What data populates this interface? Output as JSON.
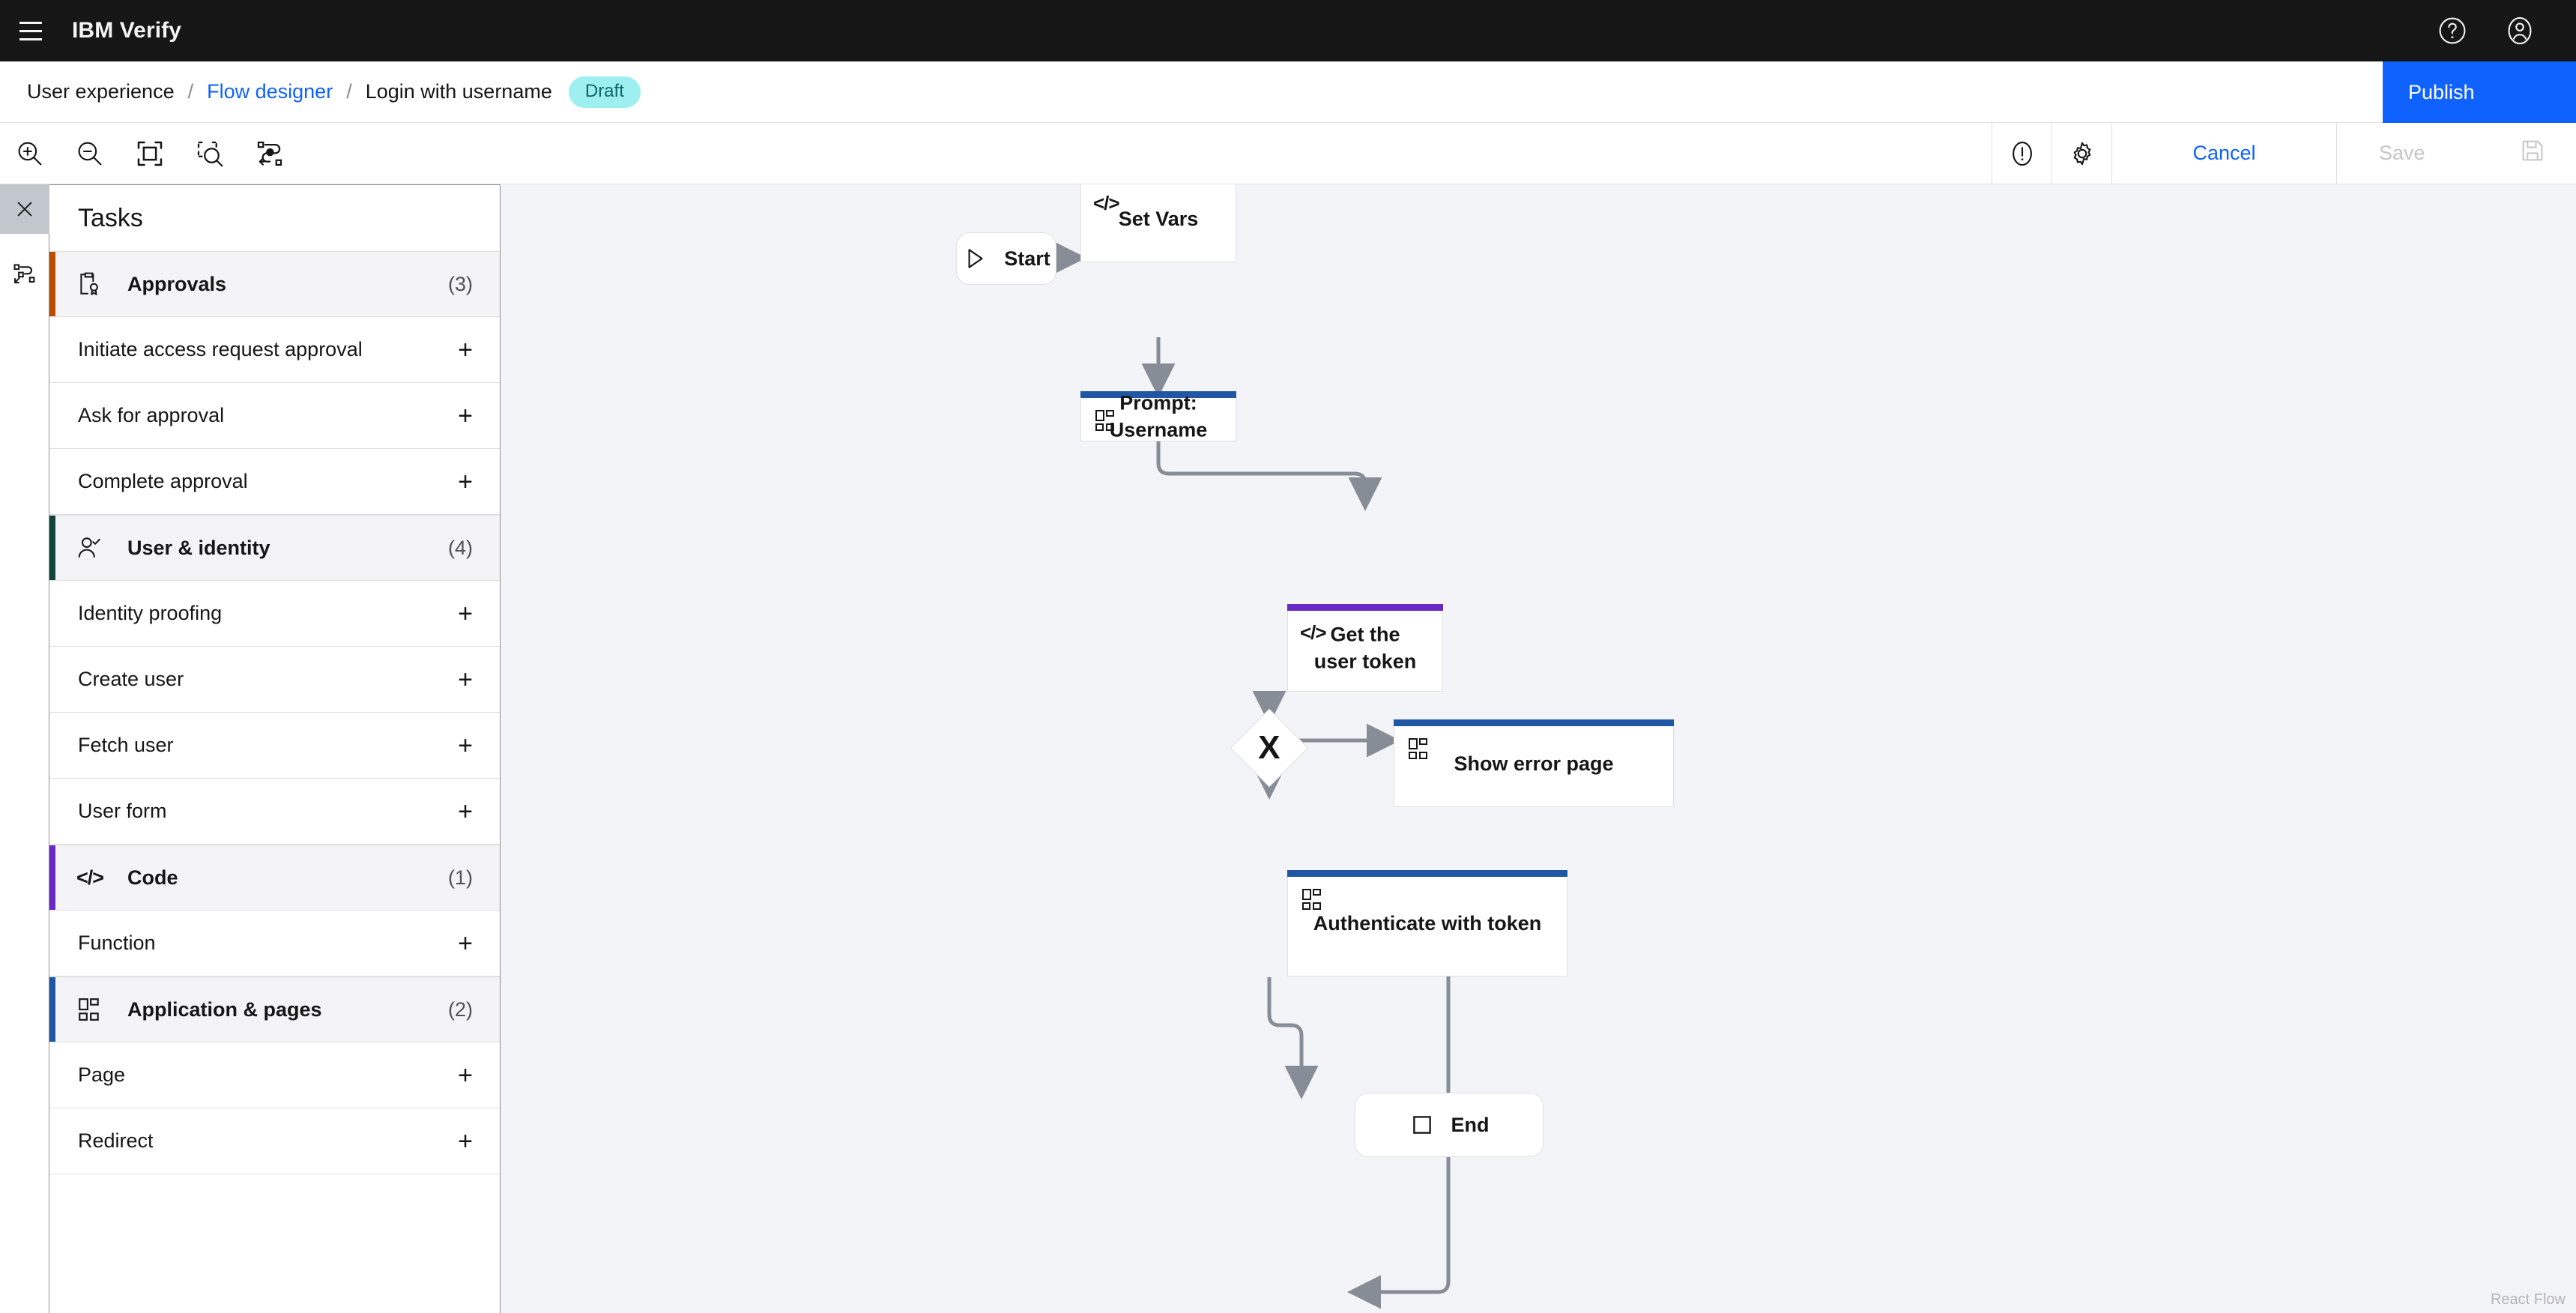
{
  "header": {
    "brand": "IBM Verify",
    "menu_icon": "hamburger-icon",
    "help_icon": "help-icon",
    "account_icon": "user-avatar-icon"
  },
  "breadcrumb": {
    "root": "User experience",
    "separator": "/",
    "link": "Flow designer",
    "current": "Login with username",
    "status_badge": "Draft",
    "publish_label": "Publish"
  },
  "toolbar": {
    "buttons": [
      {
        "name": "zoom-in-icon",
        "title": "Zoom in"
      },
      {
        "name": "zoom-out-icon",
        "title": "Zoom out"
      },
      {
        "name": "fit-to-screen-icon",
        "title": "Fit to screen"
      },
      {
        "name": "zoom-to-selection-icon",
        "title": "Zoom to selection"
      },
      {
        "name": "auto-layout-icon",
        "title": "Auto layout"
      }
    ],
    "info_icon": "warning-alt-icon",
    "settings_icon": "gear-icon",
    "cancel_label": "Cancel",
    "save_label": "Save",
    "save_icon": "save-disk-icon",
    "save_disabled": true
  },
  "rail": {
    "close_icon": "close-icon",
    "flow_icon": "flow-tasks-icon"
  },
  "sidebar": {
    "title": "Tasks",
    "groups": [
      {
        "label": "Approvals",
        "count": "(3)",
        "accent": "#ba4e00",
        "icon": "clipboard-approval-icon",
        "items": [
          {
            "label": "Initiate access request approval",
            "action": "+"
          },
          {
            "label": "Ask for approval",
            "action": "+"
          },
          {
            "label": "Complete approval",
            "action": "+"
          }
        ]
      },
      {
        "label": "User & identity",
        "count": "(4)",
        "accent": "#12443f",
        "icon": "user-check-icon",
        "items": [
          {
            "label": "Identity proofing",
            "action": "+"
          },
          {
            "label": "Create user",
            "action": "+"
          },
          {
            "label": "Fetch user",
            "action": "+"
          },
          {
            "label": "User form",
            "action": "+"
          }
        ]
      },
      {
        "label": "Code",
        "count": "(1)",
        "accent": "#6929c4",
        "icon": "code-icon",
        "items": [
          {
            "label": "Function",
            "action": "+"
          }
        ]
      },
      {
        "label": "Application & pages",
        "count": "(2)",
        "accent": "#1f57a4",
        "icon": "application-pages-icon",
        "items": [
          {
            "label": "Page",
            "action": "+"
          },
          {
            "label": "Redirect",
            "action": "+"
          }
        ]
      }
    ]
  },
  "canvas": {
    "watermark": "React Flow",
    "background": "#f2f4f8",
    "edge_color": "#878d96",
    "nodes": [
      {
        "id": "start",
        "label": "Start",
        "shape": "pill",
        "icon": "play-icon"
      },
      {
        "id": "set-vars",
        "label": "Set Vars",
        "shape": "box",
        "icon": "code-icon",
        "accent": "#6929c4"
      },
      {
        "id": "prompt-username",
        "label": "Prompt: Username",
        "shape": "box",
        "icon": "application-pages-icon",
        "accent": "#1f57a4"
      },
      {
        "id": "get-user-token",
        "label": "Get the user token",
        "shape": "box",
        "icon": "code-icon",
        "accent": "#6929c4"
      },
      {
        "id": "decision",
        "label": "X",
        "shape": "diamond"
      },
      {
        "id": "show-error-page",
        "label": "Show error page",
        "shape": "box",
        "icon": "application-pages-icon",
        "accent": "#1f57a4"
      },
      {
        "id": "authenticate-with-token",
        "label": "Authenticate with token",
        "shape": "box",
        "icon": "application-pages-icon",
        "accent": "#1f57a4"
      },
      {
        "id": "end",
        "label": "End",
        "shape": "pill",
        "icon": "stop-square-icon"
      }
    ],
    "edges": [
      {
        "from": "start",
        "to": "set-vars"
      },
      {
        "from": "set-vars",
        "to": "prompt-username"
      },
      {
        "from": "prompt-username",
        "to": "get-user-token"
      },
      {
        "from": "get-user-token",
        "to": "decision"
      },
      {
        "from": "decision",
        "to": "show-error-page"
      },
      {
        "from": "decision",
        "to": "authenticate-with-token"
      },
      {
        "from": "authenticate-with-token",
        "to": "end"
      },
      {
        "from": "show-error-page",
        "to": "end"
      }
    ]
  }
}
